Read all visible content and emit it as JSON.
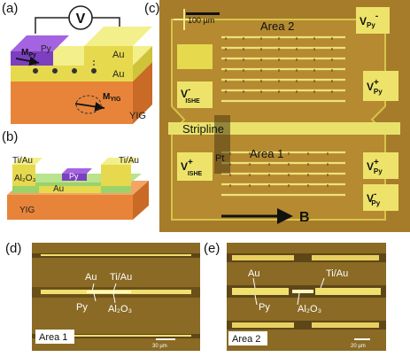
{
  "panels": {
    "a": {
      "label": "(a)",
      "voltmeter": "V",
      "py": "Py",
      "au_upper": "Au",
      "au_lower": "Au",
      "m_py": "M",
      "m_py_sub": "Py",
      "m_yig": "M",
      "m_yig_sub": "YIG",
      "yig": "YIG"
    },
    "b": {
      "label": "(b)",
      "tiau_left": "Ti/Au",
      "tiau_right": "Ti/Au",
      "al2o3": "Al₂O₃",
      "au": "Au",
      "py": "Py",
      "yig": "YIG"
    },
    "c": {
      "label": "(c)",
      "scale": "100 µm",
      "area2": "Area 2",
      "area1": "Area 1",
      "stripline": "Stripline",
      "pt": "Pt",
      "vpy_minus_top": "V",
      "vpy_minus_top_sub": "Py",
      "vpy_minus_top_sup": "-",
      "vpy_plus_top": "V",
      "vpy_plus_top_sub": "Py",
      "vpy_plus_top_sup": "+",
      "vishe_minus": "V",
      "vishe_minus_sub": "ISHE",
      "vishe_minus_sup": "-",
      "vishe_plus": "V",
      "vishe_plus_sub": "ISHE",
      "vishe_plus_sup": "+",
      "vpy_plus_bot": "V",
      "vpy_plus_bot_sub": "Py",
      "vpy_plus_bot_sup": "+",
      "vpy_minus_bot": "V",
      "vpy_minus_bot_sub": "Py",
      "vpy_minus_bot_sup": "-",
      "field": "B"
    },
    "d": {
      "label": "(d)",
      "au": "Au",
      "tiau": "Ti/Au",
      "py": "Py",
      "al2o3": "Al₂O₃",
      "area": "Area 1",
      "scale": "30 µm"
    },
    "e": {
      "label": "(e)",
      "au": "Au",
      "tiau": "Ti/Au",
      "py": "Py",
      "al2o3": "Al₂O₃",
      "area": "Area 2",
      "scale": "20 µm"
    }
  },
  "colors": {
    "yig": "#e8843a",
    "au": "#e8e060",
    "green": "#9bd26a",
    "py": "#7b3fc0",
    "micro_bg": "#a07a28",
    "micro_dark": "#6e5216"
  }
}
